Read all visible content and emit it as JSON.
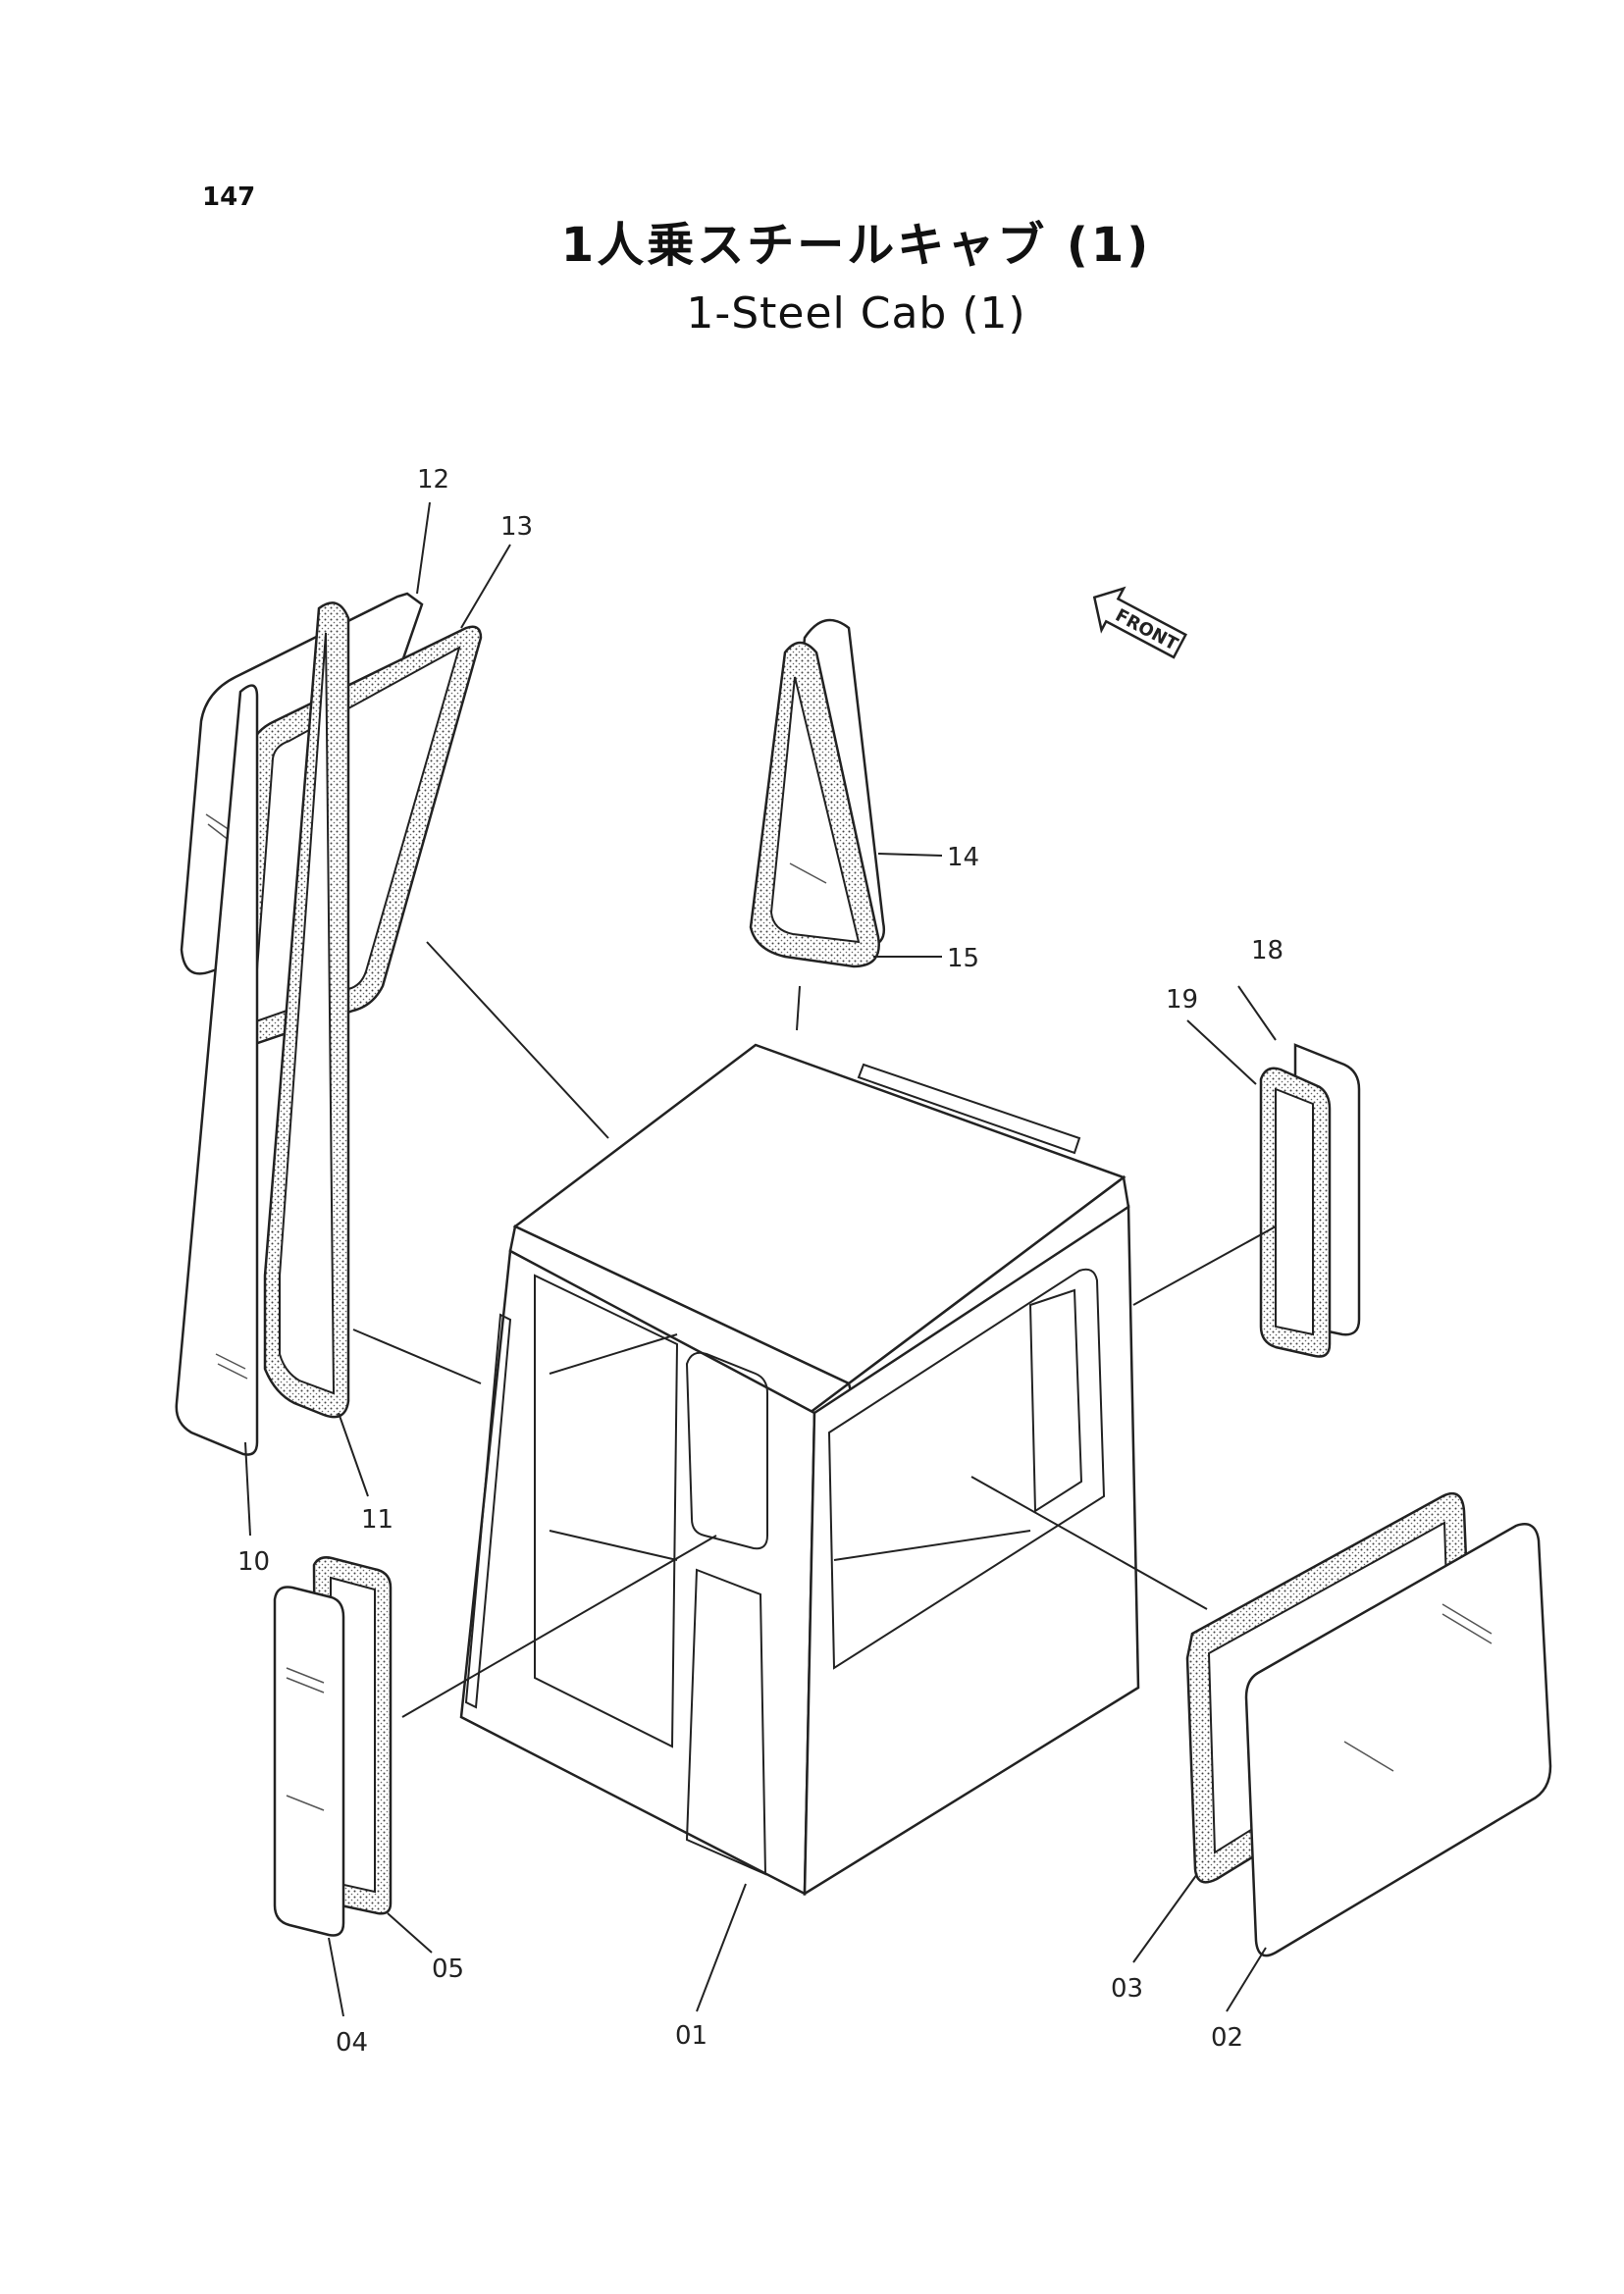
{
  "page_number": "147",
  "title_ja": "1人乗スチールキャブ (1)",
  "title_en": "1-Steel Cab (1)",
  "front_label": "FRONT",
  "part_labels": {
    "p01": "01",
    "p02": "02",
    "p03": "03",
    "p04": "04",
    "p05": "05",
    "p10": "10",
    "p11": "11",
    "p12": "12",
    "p13": "13",
    "p14": "14",
    "p15": "15",
    "p18": "18",
    "p19": "19"
  }
}
